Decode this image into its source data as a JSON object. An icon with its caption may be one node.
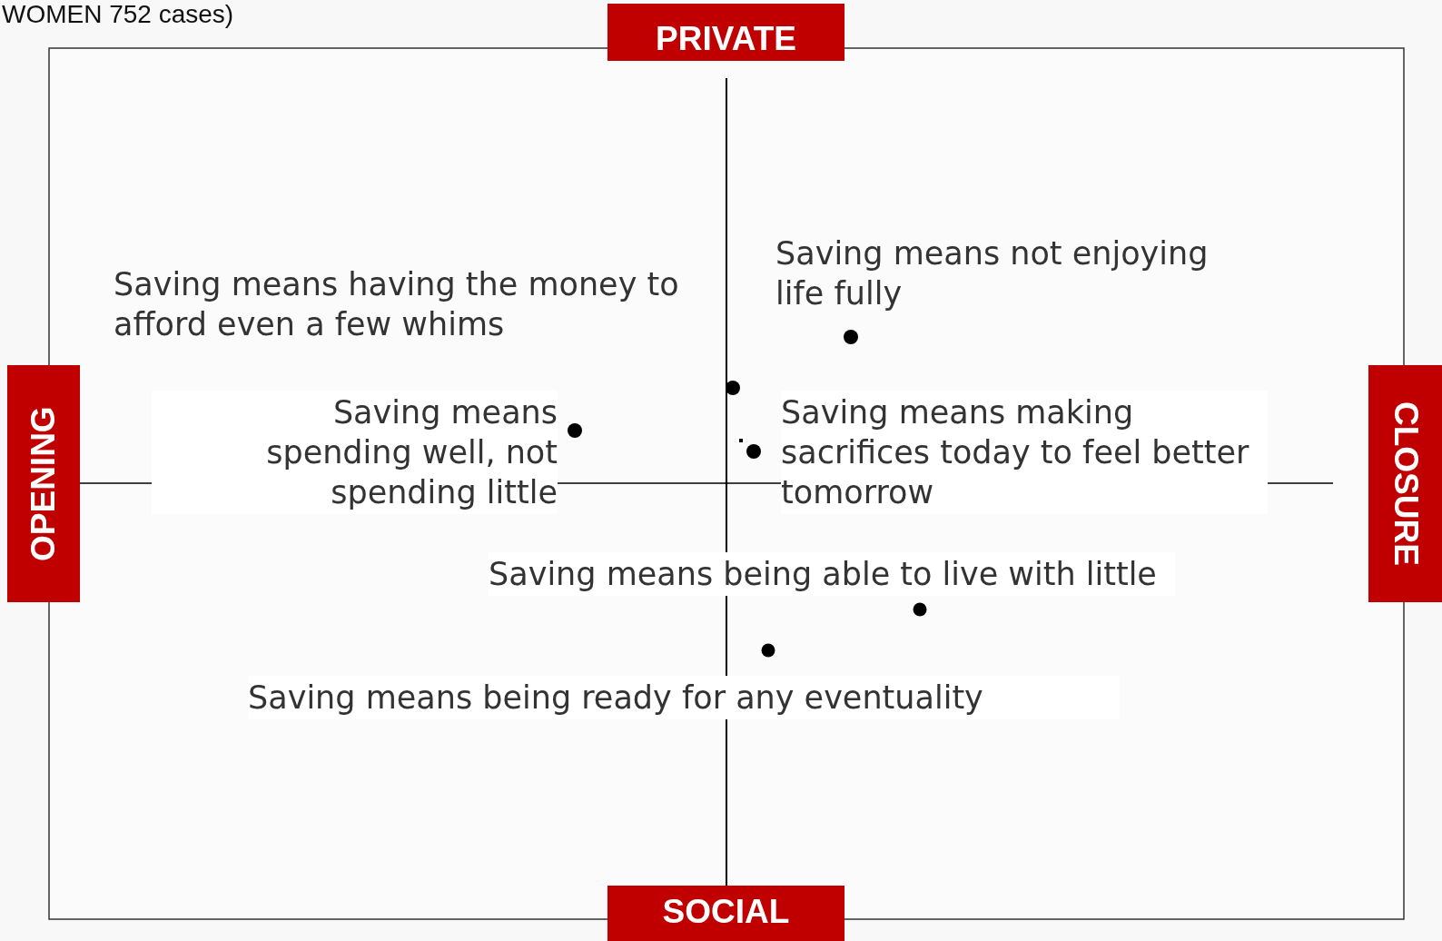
{
  "diagram": {
    "labels": [
      "WOMEN 752 cases)",
      "PRIVATE",
      "Saving means not enjoying life fully",
      "Saving means having the money to afford even a few whims",
      "OPENING",
      "Saving means spending well, not spending little",
      "Saving means making sacrifices today to feel better tomorrow",
      "CLOSURE",
      "Saving means being able to live with little",
      "Saving means being ready for any eventuality",
      "SOCIAL"
    ]
  }
}
